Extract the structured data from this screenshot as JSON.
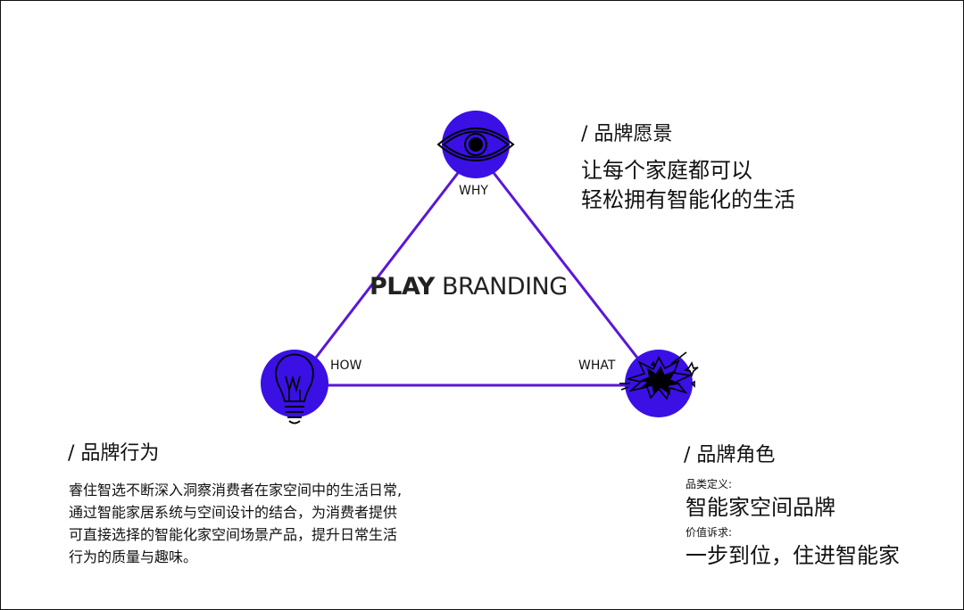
{
  "colors": {
    "accent": "#3a10e5",
    "line": "#5a17d6",
    "text": "#111111"
  },
  "center_title": {
    "bold": "PLAY",
    "rest": " BRANDING"
  },
  "nodes": {
    "why": {
      "label": "WHY",
      "icon": "eye-icon"
    },
    "how": {
      "label": "HOW",
      "icon": "light-bulb-icon"
    },
    "what": {
      "label": "WHAT",
      "icon": "explosion-icon"
    }
  },
  "vision": {
    "heading": "/ 品牌愿景",
    "lines": [
      "让每个家庭都可以",
      "轻松拥有智能化的生活"
    ]
  },
  "behavior": {
    "heading": "/  品牌行为",
    "lines": [
      "睿住智选不断深入洞察消费者在家空间中的生活日常,",
      "通过智能家居系统与空间设计的结合，为消费者提供",
      "可直接选择的智能化家空间场景产品，提升日常生活",
      "行为的质量与趣味。"
    ]
  },
  "role": {
    "heading": "/ 品牌角色",
    "definition_label": "品类定义:",
    "definition_value": "智能家空间品牌",
    "value_label": "价值诉求:",
    "value_value": "一步到位，住进智能家"
  }
}
